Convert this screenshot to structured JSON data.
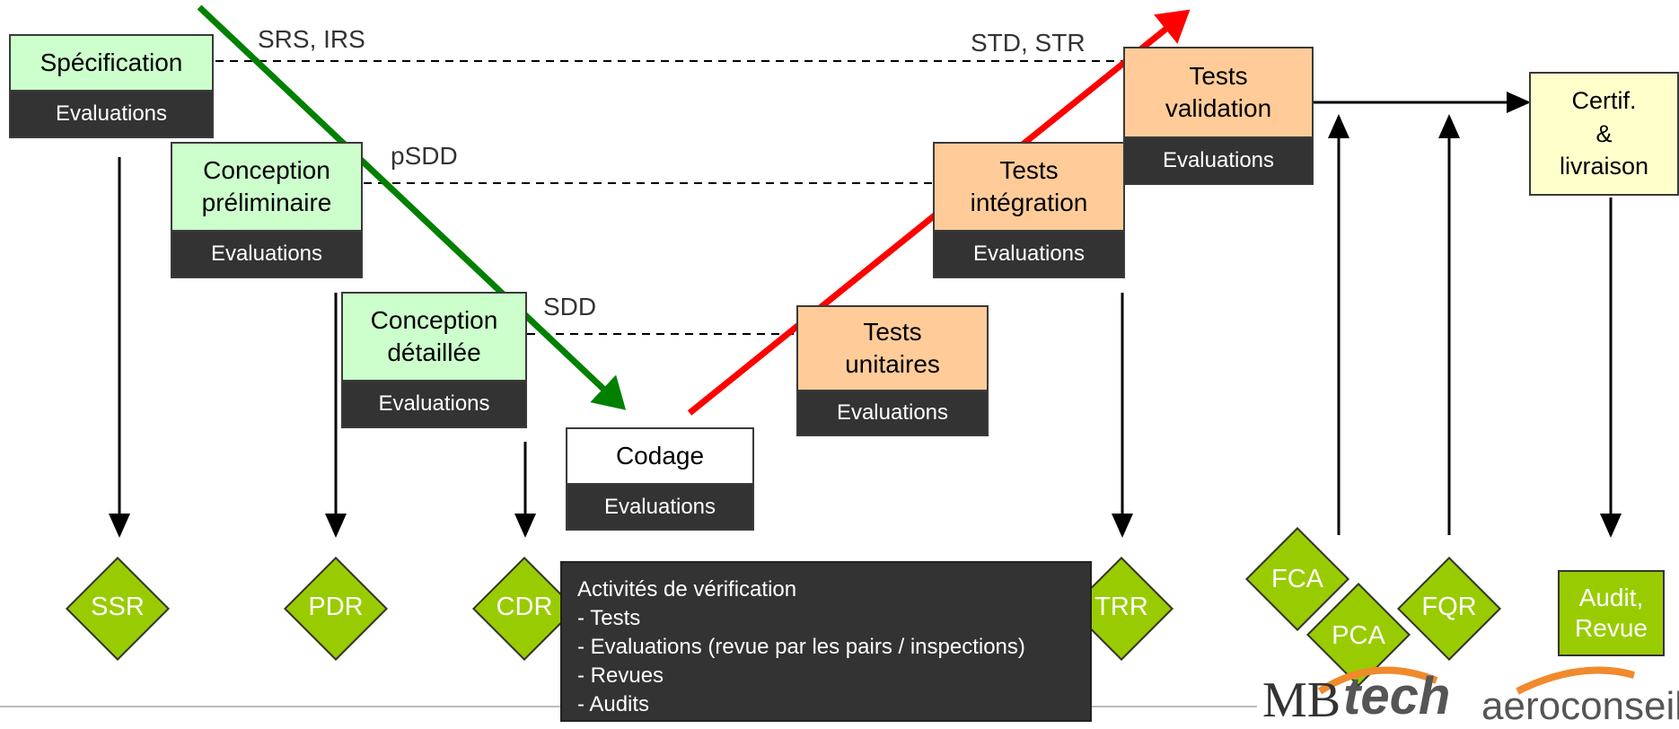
{
  "colors": {
    "spec_green": "#ccffcc",
    "test_orange": "#ffcc99",
    "certif_yellow": "#ffffcc",
    "milestone_green": "#99cc00",
    "eval_dark": "#333333",
    "descent_arrow": "#008000",
    "ascent_arrow": "#ff0000"
  },
  "phases": {
    "specification": {
      "title": "Spécification",
      "eval": "Evaluations"
    },
    "conception_preliminaire": {
      "title": "Conception\npréliminaire",
      "eval": "Evaluations"
    },
    "conception_detaillee": {
      "title": "Conception\ndétaillée",
      "eval": "Evaluations"
    },
    "codage": {
      "title": "Codage",
      "eval": "Evaluations"
    },
    "tests_unitaires": {
      "title": "Tests\nunitaires",
      "eval": "Evaluations"
    },
    "tests_integration": {
      "title": "Tests\nintégration",
      "eval": "Evaluations"
    },
    "tests_validation": {
      "title": "Tests\nvalidation",
      "eval": "Evaluations"
    },
    "certif": {
      "title": "Certif.\n&\nlivraison"
    }
  },
  "documents": {
    "srs_irs": "SRS, IRS",
    "std_str": "STD, STR",
    "psdd": "pSDD",
    "sdd": "SDD"
  },
  "milestones": [
    "SSR",
    "PDR",
    "CDR",
    "TRR",
    "FCA",
    "PCA",
    "FQR"
  ],
  "audit_revue": "Audit,\nRevue",
  "verification": {
    "title": "Activités de vérification",
    "items": [
      "- Tests",
      "- Evaluations (revue par les pairs / inspections)",
      "- Revues",
      "- Audits"
    ]
  },
  "logo": {
    "mb": "MB",
    "tech": "tech",
    "aero": "aeroconseil"
  }
}
